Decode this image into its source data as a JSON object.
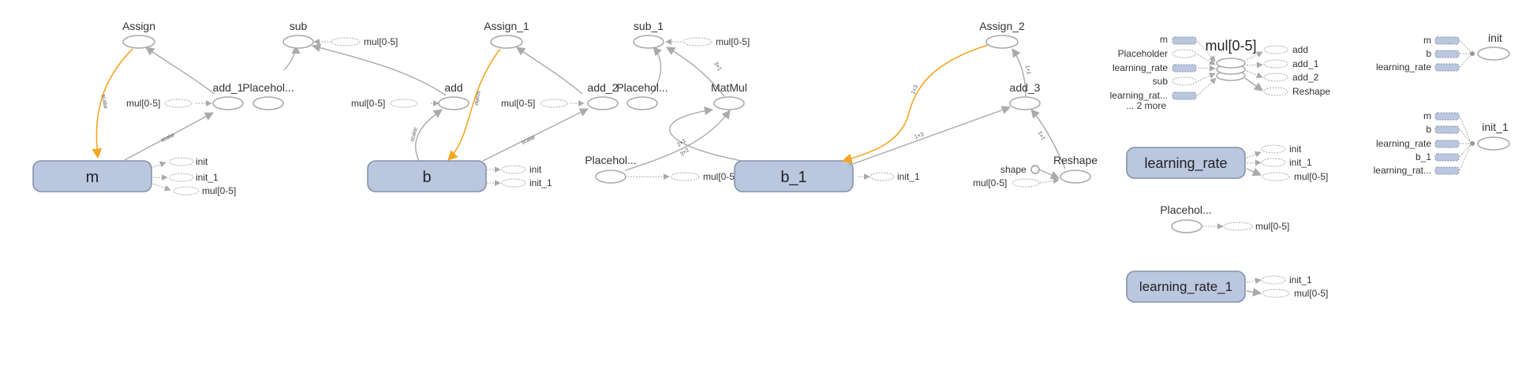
{
  "graph": {
    "labels": {
      "assign": "Assign",
      "assign_1": "Assign_1",
      "assign_2": "Assign_2",
      "sub": "sub",
      "sub_1": "sub_1",
      "add": "add",
      "add_1": "add_1",
      "add_2": "add_2",
      "add_3": "add_3",
      "placehol_1": "Placehol...",
      "placehol_2": "Placehol...",
      "placehol_3": "Placehol...",
      "placehol_4": "Placehol...",
      "matmul": "MatMul",
      "reshape": "Reshape",
      "shape": "shape",
      "m": "m",
      "b": "b",
      "b_1": "b_1",
      "learning_rate": "learning_rate",
      "learning_rate_1": "learning_rate_1",
      "mul_group": "mul[0-5]",
      "init": "init",
      "init_1": "init_1",
      "mul_stub": "mul[0-5]",
      "placeholder": "Placeholder",
      "learning_rat": "learning_rat...",
      "more": "... 2 more",
      "scalar": "scalar",
      "dim_2x1": "2×1",
      "dim_3x1": "3×1",
      "dim_1x1": "1×1",
      "dim_1x3": "1×3",
      "dim_3x2": "3×2"
    }
  }
}
